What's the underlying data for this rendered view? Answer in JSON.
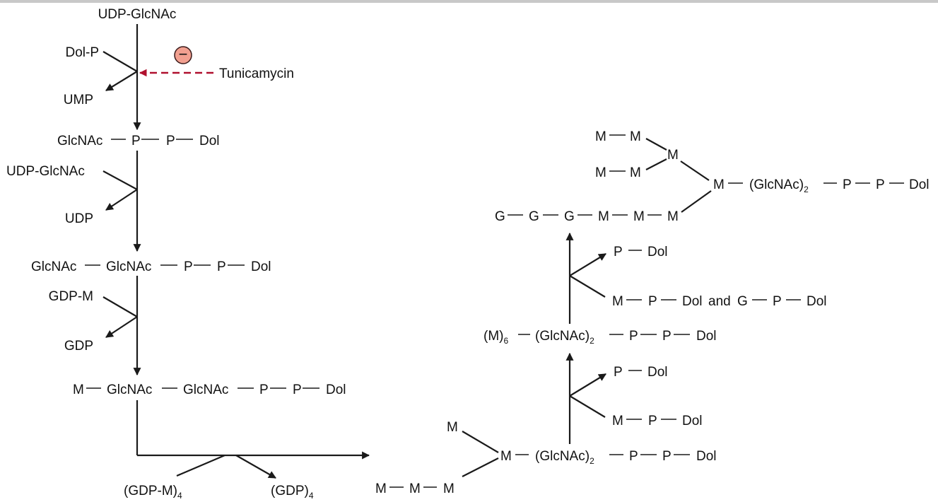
{
  "colors": {
    "line": "#1a1a1a",
    "text": "#111111",
    "inhibitor": "#b0102e",
    "inhibitor_fill": "#f2a090",
    "top_bar": "#c8c8c8"
  },
  "pathway": {
    "udp_glcnac_1": "UDP-GlcNAc",
    "dol_p": "Dol-P",
    "ump": "UMP",
    "inhibitor": {
      "symbol": "−",
      "name": "Tunicamycin"
    },
    "glcnac_ppdol": {
      "glcnac": "GlcNAc",
      "p1": "P",
      "p2": "P",
      "dol": "Dol"
    },
    "udp_glcnac_2": "UDP-GlcNAc",
    "udp": "UDP",
    "glcnac2_ppdol": {
      "glcnac_a": "GlcNAc",
      "glcnac_b": "GlcNAc",
      "p1": "P",
      "p2": "P",
      "dol": "Dol"
    },
    "gdp_m": "GDP-M",
    "gdp": "GDP",
    "m_glcnac2_ppdol": {
      "m": "M",
      "glcnac_a": "GlcNAc",
      "glcnac_b": "GlcNAc",
      "p1": "P",
      "p2": "P",
      "dol": "Dol"
    },
    "gdp_m4": {
      "base": "(GDP-M)",
      "sub": "4"
    },
    "gdp4": {
      "base": "(GDP)",
      "sub": "4"
    },
    "m5_structure": {
      "m_top": "M",
      "m_core": "M",
      "core": {
        "base": "(GlcNAc)",
        "sub": "2",
        "p1": "P",
        "p2": "P",
        "dol": "Dol"
      },
      "chain": [
        "M",
        "M",
        "M"
      ]
    },
    "step1_in": {
      "p": "P",
      "dol": "Dol"
    },
    "step1_out": {
      "m": "M",
      "p": "P",
      "dol": "Dol"
    },
    "m6_structure": {
      "m": {
        "base": "(M)",
        "sub": "6"
      },
      "core": {
        "base": "(GlcNAc)",
        "sub": "2",
        "p1": "P",
        "p2": "P",
        "dol": "Dol"
      }
    },
    "step2_in": {
      "p": "P",
      "dol": "Dol"
    },
    "step2_out": {
      "m": "M",
      "p": "P",
      "dol": "Dol",
      "and": "and",
      "g": "G",
      "p2": "P",
      "dol2": "Dol"
    },
    "final_structure": {
      "arm1": [
        "M",
        "M"
      ],
      "branch_m": "M",
      "arm2": [
        "M",
        "M"
      ],
      "core_m": "M",
      "core": {
        "base": "(GlcNAc)",
        "sub": "2",
        "p1": "P",
        "p2": "P",
        "dol": "Dol"
      },
      "chain": [
        "G",
        "G",
        "G",
        "M",
        "M",
        "M"
      ]
    }
  }
}
